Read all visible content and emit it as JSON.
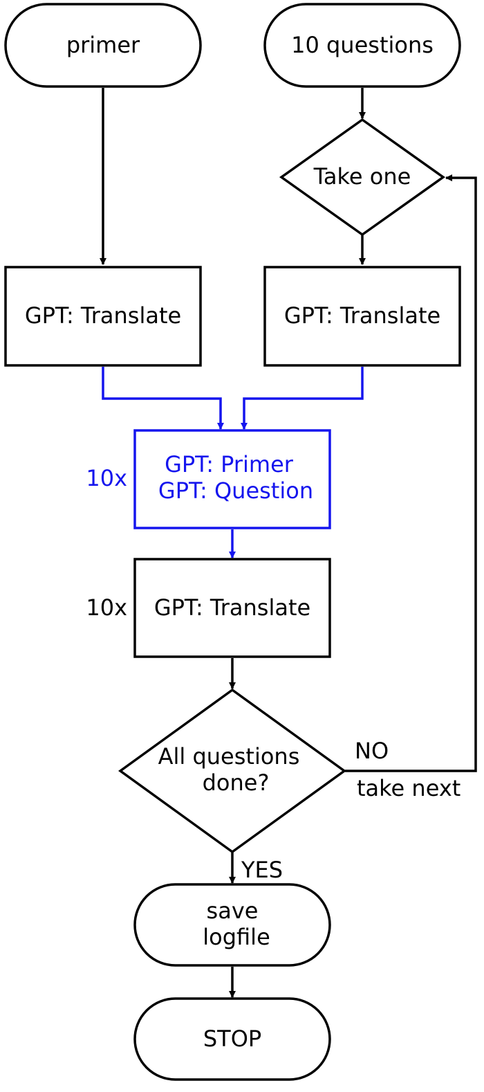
{
  "colors": {
    "ink": "#000000",
    "accent": "#1515ee",
    "background": "#ffffff"
  },
  "nodes": {
    "primer": {
      "label": "primer"
    },
    "questions": {
      "label": "10 questions"
    },
    "take_one": {
      "label": "Take one"
    },
    "translate_left": {
      "label": "GPT: Translate"
    },
    "translate_right": {
      "label": "GPT: Translate"
    },
    "primer_question": {
      "line1": "GPT: Primer",
      "line2": "GPT: Question",
      "repeat": "10x"
    },
    "translate_answers": {
      "label": "GPT: Translate",
      "repeat": "10x"
    },
    "all_done": {
      "line1": "All questions",
      "line2": "done?"
    },
    "save_logfile": {
      "line1": "save",
      "line2": "logfile"
    },
    "stop": {
      "label": "STOP"
    }
  },
  "edges": {
    "no_label": "NO",
    "take_next_label": "take next",
    "yes_label": "YES"
  }
}
